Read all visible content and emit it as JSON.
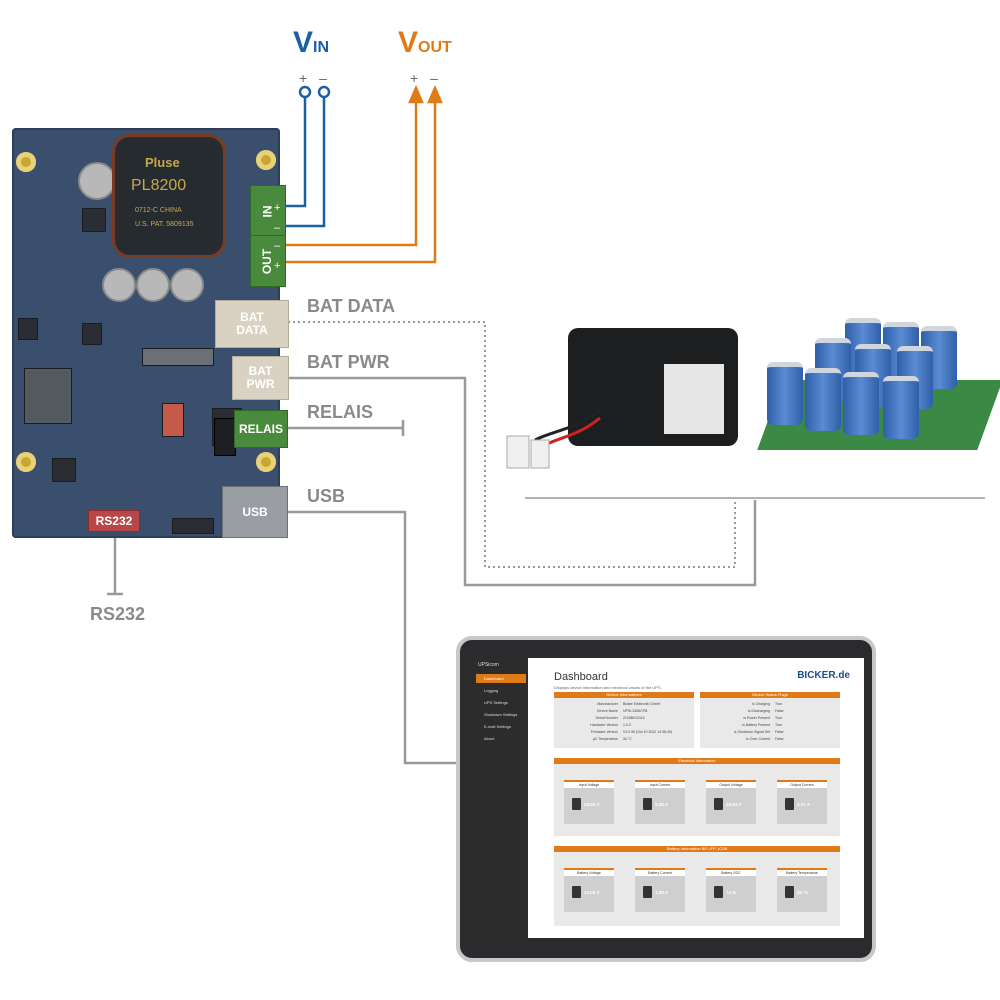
{
  "vin": {
    "main": "V",
    "sub": "IN",
    "plus": "+",
    "minus": "–",
    "color": "#1b5fa5"
  },
  "vout": {
    "main": "V",
    "sub": "OUT",
    "plus": "+",
    "minus": "–",
    "color": "#e07a17"
  },
  "inductor": {
    "brand": "Pluse",
    "model": "PL8200",
    "line1": "0712-C CHINA",
    "line2": "U.S. PAT. 5809135"
  },
  "connectors": {
    "in": "IN",
    "out": "OUT",
    "plus": "+",
    "minus": "–",
    "bat_data": "BAT\nDATA",
    "bat_pwr": "BAT\nPWR",
    "relais": "RELAIS",
    "usb": "USB",
    "rs232": "RS232"
  },
  "labels": {
    "bat_data": "BAT DATA",
    "bat_pwr": "BAT PWR",
    "relais": "RELAIS",
    "usb": "USB",
    "rs232": "RS232"
  },
  "dashboard": {
    "app": "UPSicom",
    "menu": [
      "Dashboard",
      "Logging",
      "UPS Settings",
      "Shutdown Settings",
      "E-mail Settings",
      "About"
    ],
    "title": "Dashboard",
    "subtitle": "Displays device information and electrical values of the UPS.",
    "brand": "BICKER.de",
    "device_info": {
      "header": "Device Informations",
      "rows": [
        [
          "Manufacturer",
          "Bicker Elektronik GmbH"
        ],
        [
          "Device Name",
          "UPSI-2406CPB"
        ],
        [
          "Serial Number",
          "2106B010116"
        ],
        [
          "Hardware Version",
          "1.0.0"
        ],
        [
          "Firmware Version",
          "V2.0.95 (Oct 10 2022 14:38:49)"
        ],
        [
          "µC Temperature",
          "34 °C"
        ]
      ]
    },
    "status_flags": {
      "header": "Device Status Flags",
      "rows": [
        [
          "is Charging",
          "True"
        ],
        [
          "is Discharging",
          "False"
        ],
        [
          "is Power Present",
          "True"
        ],
        [
          "is Battery Present",
          "True"
        ],
        [
          "is Shutdown Signal Set",
          "False"
        ],
        [
          "is Over Current",
          "False"
        ]
      ]
    },
    "electrical": {
      "header": "Electrical Information",
      "cards": [
        [
          "Input Voltage",
          "23.94 V"
        ],
        [
          "Input Current",
          "0.36 A"
        ],
        [
          "Output Voltage",
          "23.64 V"
        ],
        [
          "Output Current",
          "4.37 A"
        ]
      ]
    },
    "battery": {
      "header": "Battery Information BP-LFP-1C0B",
      "cards": [
        [
          "Battery Voltage",
          "13.05 V"
        ],
        [
          "Battery Current",
          "1.08 A"
        ],
        [
          "Battery SOC",
          "74 %"
        ],
        [
          "Battery Temperature",
          "25 °C"
        ]
      ]
    }
  }
}
